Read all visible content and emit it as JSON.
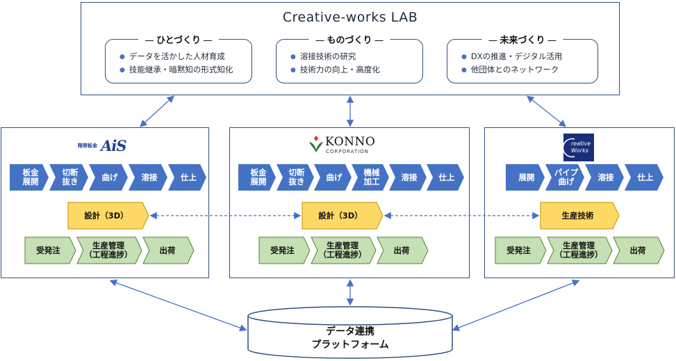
{
  "lab": {
    "title": "Creative-works LAB",
    "sections": [
      {
        "title": "ひとづくり",
        "items": [
          "データを活かした人材育成",
          "技能継承・暗黙知の形式知化"
        ]
      },
      {
        "title": "ものづくり",
        "items": [
          "溶接技術の研究",
          "技術力の向上・高度化"
        ]
      },
      {
        "title": "未来づくり",
        "items": [
          "DXの推進・デジタル活用",
          "他団体とのネットワーク"
        ]
      }
    ]
  },
  "companies": [
    {
      "logo_text": "精密板金",
      "logo_mark": "AiS",
      "process": [
        "板金\n展開",
        "切断\n抜き",
        "曲げ",
        "溶接",
        "仕上"
      ],
      "design": "設計（3D）",
      "management": [
        "受発注",
        "生産管理\n（工程進捗）",
        "出荷"
      ]
    },
    {
      "logo_mark": "KONNO",
      "logo_sub": "CORPORATION",
      "process": [
        "板金\n展開",
        "切断\n抜き",
        "曲げ",
        "機械\n加工",
        "溶接",
        "仕上"
      ],
      "design": "設計（3D）",
      "management": [
        "受発注",
        "生産管理\n（工程進捗）",
        "出荷"
      ]
    },
    {
      "logo_mark": "reative\nWorks",
      "process": [
        "展開",
        "パイプ\n曲げ",
        "溶接",
        "仕上"
      ],
      "design": "生産技術",
      "management": [
        "受発注",
        "生産管理\n（工程進捗）",
        "出荷"
      ]
    }
  ],
  "platform": {
    "label": "データ連携\nプラットフォーム"
  },
  "colors": {
    "border": "#2f4f7a",
    "process": "#4472c4",
    "design": "#ffd966",
    "management": "#c5e0b4",
    "arrow": "#4472c4"
  }
}
